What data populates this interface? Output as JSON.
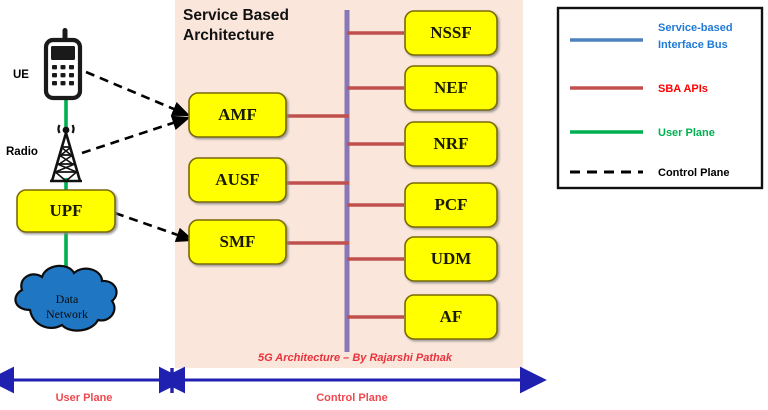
{
  "diagram": {
    "title": "Service Based Architecture",
    "credit": "5G Architecture – By Rajarshi Pathak",
    "panel_color": "#fae6da",
    "nf_fill": "#ffff00",
    "nf_stroke": "#7a6a00",
    "bus_color": "#8878b8",
    "api_color": "#c0504d",
    "user_plane_color": "#00b050",
    "control_plane_color": "#000000",
    "arrow_color": "#2020b0"
  },
  "access": {
    "ue_label": "UE",
    "radio_label": "Radio",
    "upf_label": "UPF",
    "cloud_line1": "Data",
    "cloud_line2": "Network"
  },
  "core_left": [
    {
      "label": "AMF"
    },
    {
      "label": "AUSF"
    },
    {
      "label": "SMF"
    }
  ],
  "core_right": [
    {
      "label": "NSSF"
    },
    {
      "label": "NEF"
    },
    {
      "label": "NRF"
    },
    {
      "label": "PCF"
    },
    {
      "label": "UDM"
    },
    {
      "label": "AF"
    }
  ],
  "legend": {
    "items": [
      {
        "label_line1": "Service-based",
        "label_line2": "Interface Bus",
        "color": "#4f81bd",
        "style": "solid",
        "text_color": "#1f7ad4"
      },
      {
        "label_line1": "SBA APIs",
        "label_line2": "",
        "color": "#c0504d",
        "style": "solid",
        "text_color": "#ff0000"
      },
      {
        "label_line1": "User Plane",
        "label_line2": "",
        "color": "#00b050",
        "style": "solid",
        "text_color": "#00b050"
      },
      {
        "label_line1": "Control Plane",
        "label_line2": "",
        "color": "#000000",
        "style": "dashed",
        "text_color": "#000000"
      }
    ]
  },
  "planes": {
    "user_plane": "User Plane",
    "control_plane": "Control Plane"
  }
}
